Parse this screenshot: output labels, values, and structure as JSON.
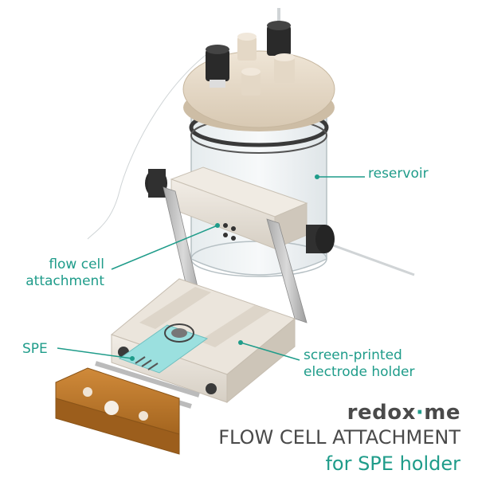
{
  "labels": {
    "reservoir": "reservoir",
    "flow_cell_line1": "flow cell",
    "flow_cell_line2": "attachment",
    "spe": "SPE",
    "holder_line1": "screen-printed",
    "holder_line2": "electrode holder"
  },
  "brand": {
    "part1": "redox",
    "accent": "·",
    "part2": "me"
  },
  "title": {
    "line1": "FLOW CELL ATTACHMENT",
    "line2": "for SPE holder"
  },
  "colors": {
    "accent": "#1f9c8a",
    "text_dark": "#4a4a4a",
    "copper": "#b8772e",
    "steel": "#c4c4c4",
    "cap": "#e8dccb"
  }
}
